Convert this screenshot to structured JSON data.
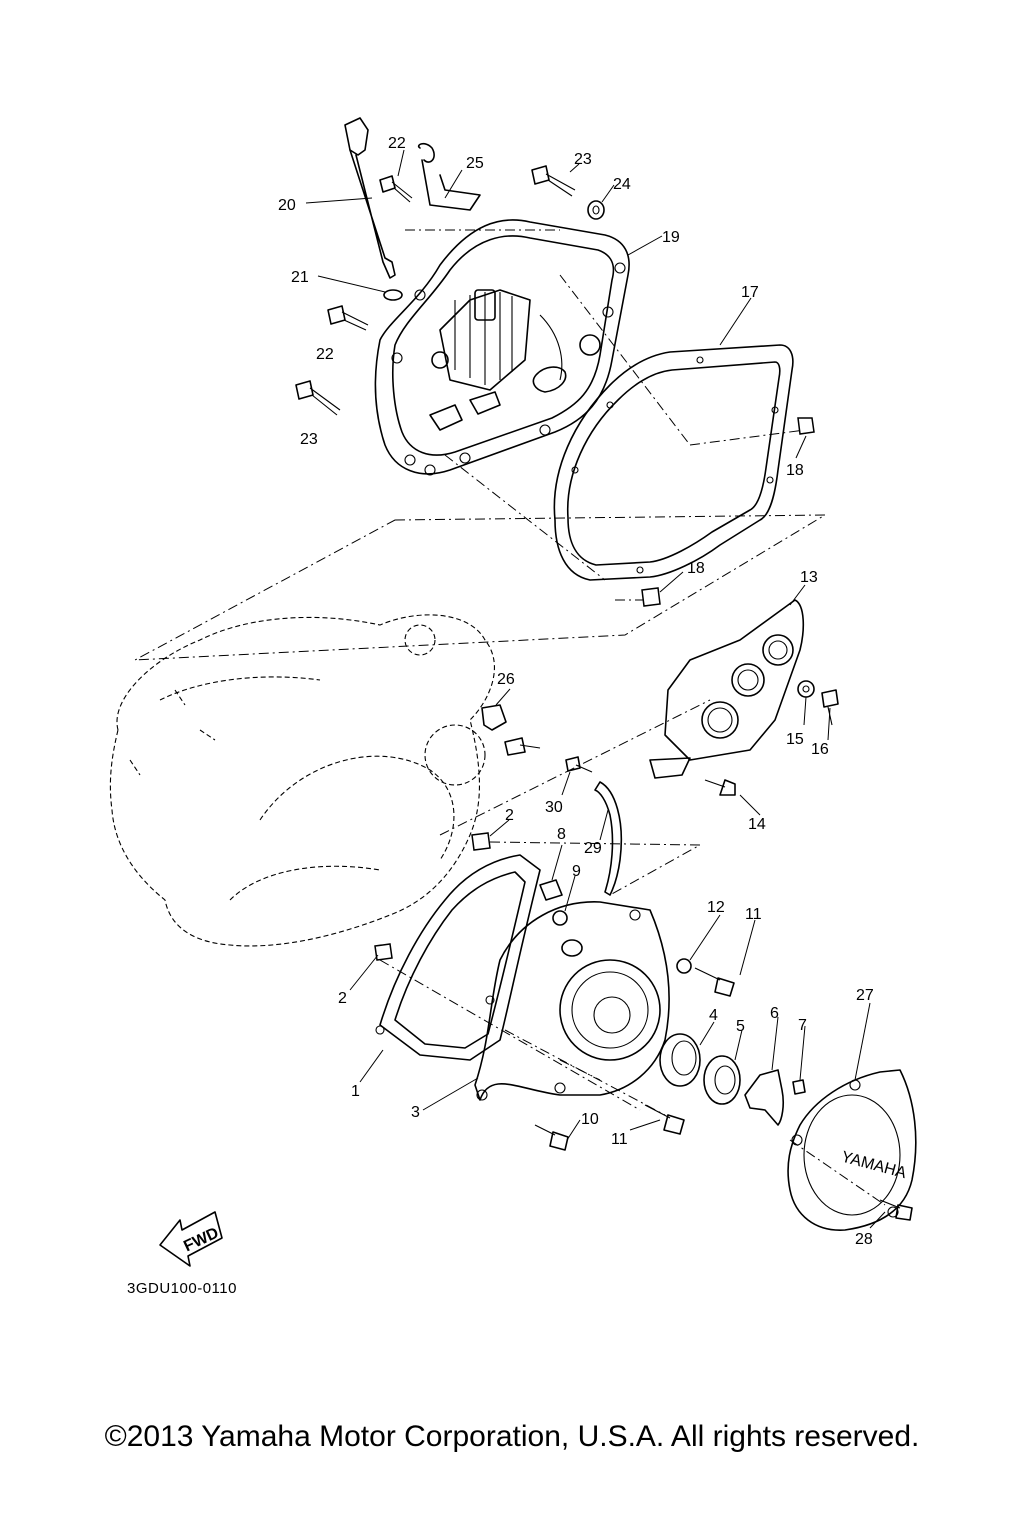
{
  "diagram": {
    "callouts": [
      {
        "id": "p1",
        "label": "1"
      },
      {
        "id": "p2a",
        "label": "2"
      },
      {
        "id": "p2b",
        "label": "2"
      },
      {
        "id": "p3",
        "label": "3"
      },
      {
        "id": "p4",
        "label": "4"
      },
      {
        "id": "p5",
        "label": "5"
      },
      {
        "id": "p6",
        "label": "6"
      },
      {
        "id": "p7",
        "label": "7"
      },
      {
        "id": "p8",
        "label": "8"
      },
      {
        "id": "p9",
        "label": "9"
      },
      {
        "id": "p10",
        "label": "10"
      },
      {
        "id": "p11a",
        "label": "11"
      },
      {
        "id": "p11b",
        "label": "11"
      },
      {
        "id": "p12",
        "label": "12"
      },
      {
        "id": "p13",
        "label": "13"
      },
      {
        "id": "p14",
        "label": "14"
      },
      {
        "id": "p15",
        "label": "15"
      },
      {
        "id": "p16",
        "label": "16"
      },
      {
        "id": "p17",
        "label": "17"
      },
      {
        "id": "p18a",
        "label": "18"
      },
      {
        "id": "p18b",
        "label": "18"
      },
      {
        "id": "p19",
        "label": "19"
      },
      {
        "id": "p20",
        "label": "20"
      },
      {
        "id": "p21",
        "label": "21"
      },
      {
        "id": "p22a",
        "label": "22"
      },
      {
        "id": "p22b",
        "label": "22"
      },
      {
        "id": "p23a",
        "label": "23"
      },
      {
        "id": "p23b",
        "label": "23"
      },
      {
        "id": "p24",
        "label": "24"
      },
      {
        "id": "p25",
        "label": "25"
      },
      {
        "id": "p26",
        "label": "26"
      },
      {
        "id": "p27",
        "label": "27"
      },
      {
        "id": "p28",
        "label": "28"
      },
      {
        "id": "p29",
        "label": "29"
      },
      {
        "id": "p30",
        "label": "30"
      }
    ],
    "fwd_label": "FWD",
    "cover_brand": "YAMAHA",
    "drawing_code": "3GDU100-0110"
  },
  "footer": {
    "copyright": "©2013 Yamaha Motor Corporation, U.S.A. All rights reserved."
  }
}
